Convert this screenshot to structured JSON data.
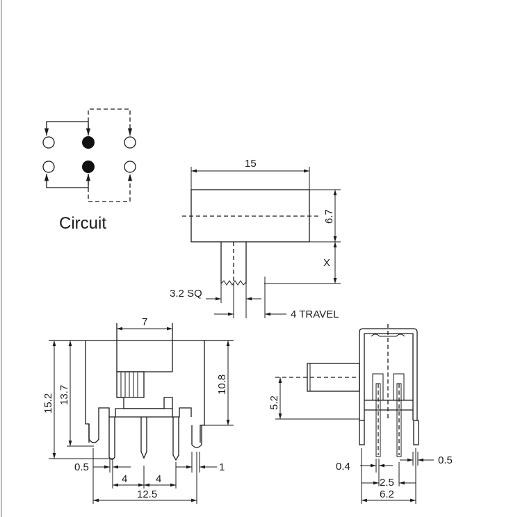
{
  "circuit": {
    "label": "Circuit"
  },
  "top_view": {
    "length": "15",
    "height": "6.7",
    "actuator_extension": "X",
    "actuator_size": "3.2 SQ",
    "travel": "4 TRAVEL"
  },
  "front_view": {
    "slot_width": "7",
    "overall_height": "15.2",
    "lug_height": "13.7",
    "body_height": "10.8",
    "pin_width": "0.5",
    "lug_width": "1",
    "pitch_left": "4",
    "pitch_right": "4",
    "overall_pin_span": "12.5"
  },
  "side_view": {
    "actuator_height": "5.2",
    "pin_thickness": "0.4",
    "lug_thickness": "0.5",
    "pin_pitch": "2.5",
    "body_width": "6.2"
  }
}
